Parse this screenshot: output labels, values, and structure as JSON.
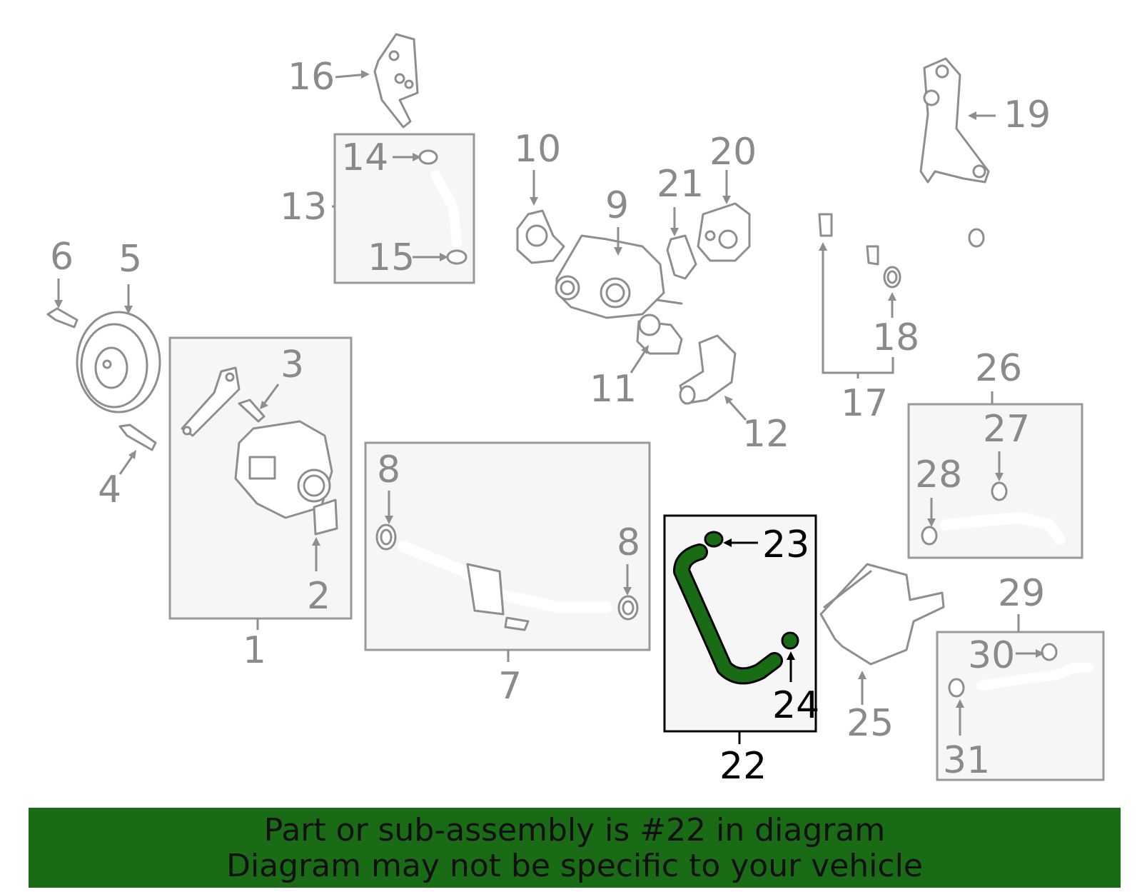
{
  "diagram": {
    "callouts": [
      "1",
      "2",
      "3",
      "4",
      "5",
      "6",
      "7",
      "8",
      "8",
      "9",
      "10",
      "11",
      "12",
      "13",
      "14",
      "15",
      "16",
      "17",
      "18",
      "19",
      "20",
      "21",
      "22",
      "23",
      "24",
      "25",
      "26",
      "27",
      "28",
      "29",
      "30",
      "31"
    ],
    "highlight_callouts": [
      "22",
      "23",
      "24"
    ],
    "colors": {
      "part_stroke": "#8e8e8e",
      "label": "#8a8a8a",
      "highlight": "#1a6b16",
      "box_fill": "#f6f6f6"
    }
  },
  "banner": {
    "line1": "Part or sub-assembly is #22 in diagram",
    "line2": "Diagram may not be specific to your vehicle",
    "color": "#1a6b16"
  }
}
